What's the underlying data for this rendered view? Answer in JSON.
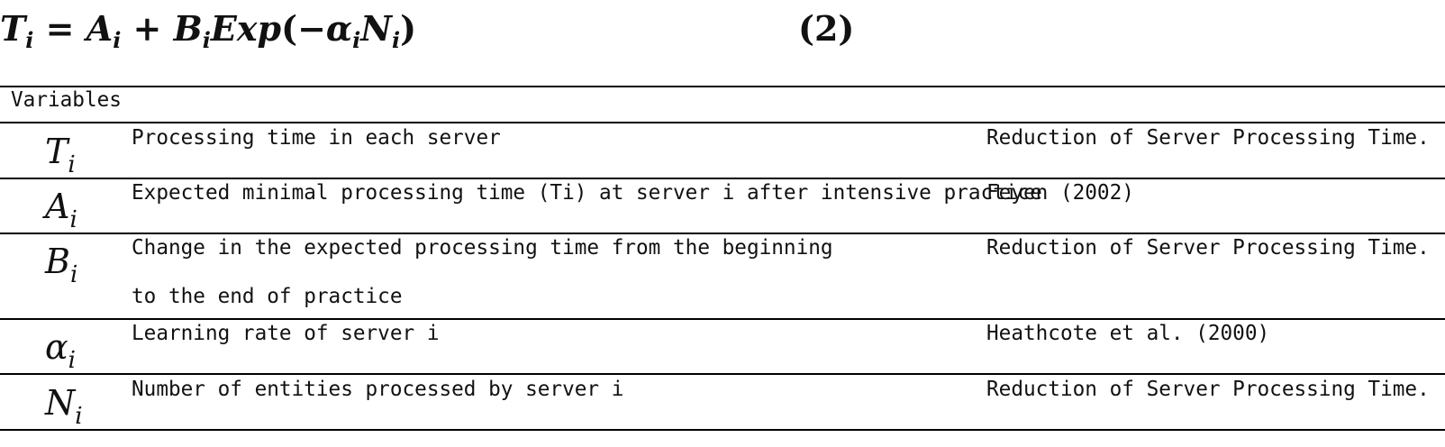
{
  "equation": {
    "lhs": "T",
    "lhs_sub": "i",
    "equals": " = ",
    "a": "A",
    "a_sub": "i",
    "plus": " + ",
    "b": "B",
    "b_sub": "i",
    "exp": "Exp",
    "open": "(−",
    "alpha": "α",
    "alpha_sub": "i",
    "n": "N",
    "n_sub": "i",
    "close": ")",
    "number": "(2)"
  },
  "table": {
    "header": "Variables",
    "rows": [
      {
        "symbol": "T",
        "symbol_sub": "i",
        "description": "Processing time in each server",
        "description_line2": "",
        "source": "Reduction of Server Processing Time."
      },
      {
        "symbol": "A",
        "symbol_sub": "i",
        "description": "Expected minimal processing time (Ti) at server i after intensive practice",
        "description_line2": "",
        "source": "Feyen (2002)"
      },
      {
        "symbol": "B",
        "symbol_sub": "i",
        "description": "Change in the expected processing time from the beginning",
        "description_line2": "to the end of practice",
        "source": "Reduction of Server Processing Time."
      },
      {
        "symbol": "α",
        "symbol_sub": "i",
        "description": "Learning rate of server i",
        "description_line2": "",
        "source": "Heathcote et al. (2000)"
      },
      {
        "symbol": "N",
        "symbol_sub": "i",
        "description": "Number of entities processed by server i",
        "description_line2": "",
        "source": "Reduction of Server Processing Time."
      }
    ]
  }
}
